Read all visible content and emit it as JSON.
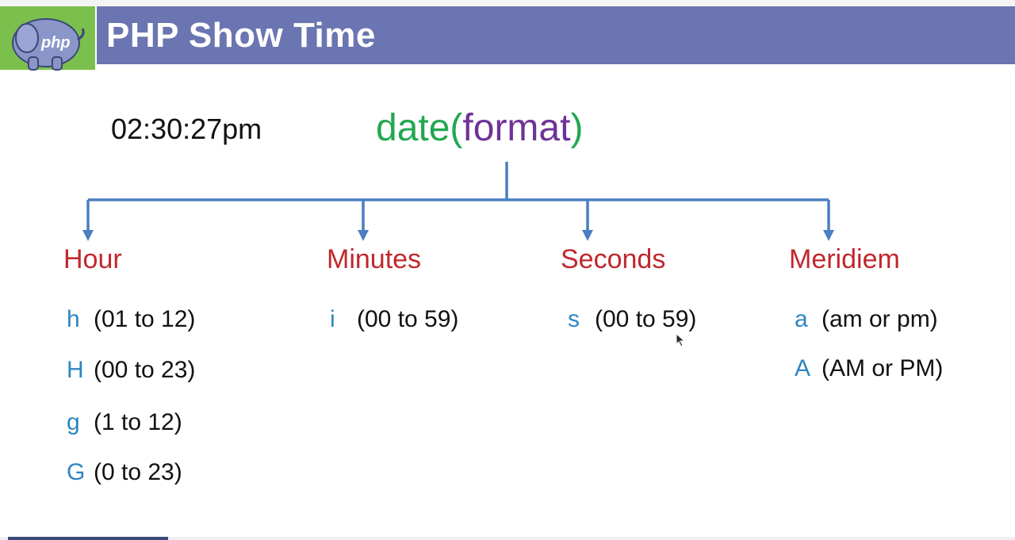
{
  "header": {
    "title": "PHP Show Time",
    "logo_text": "php"
  },
  "example_time": "02:30:27pm",
  "function": {
    "name": "date",
    "open_paren": "(",
    "argument": "format",
    "close_paren": ")"
  },
  "categories": [
    {
      "label": "Hour",
      "items": [
        {
          "code": "h",
          "range": "(01 to 12)"
        },
        {
          "code": "H",
          "range": "(00 to 23)"
        },
        {
          "code": "g",
          "range": "(1 to 12)"
        },
        {
          "code": "G",
          "range": "(0 to 23)"
        }
      ]
    },
    {
      "label": "Minutes",
      "items": [
        {
          "code": "i",
          "range": "(00 to 59)"
        }
      ]
    },
    {
      "label": "Seconds",
      "items": [
        {
          "code": "s",
          "range": "(00 to 59)"
        }
      ]
    },
    {
      "label": "Meridiem",
      "items": [
        {
          "code": "a",
          "range": "(am or pm)"
        },
        {
          "code": "A",
          "range": "(AM or PM)"
        }
      ]
    }
  ],
  "colors": {
    "header_bar": "#6a75b1",
    "logo_bg": "#7bbf4c",
    "function_name": "#22a850",
    "function_arg": "#6f3298",
    "category": "#c0272d",
    "code": "#2e86c1",
    "connector": "#4a7fc1"
  },
  "icons": {
    "logo": "php-elephant-icon",
    "cursor": "mouse-pointer-icon"
  }
}
